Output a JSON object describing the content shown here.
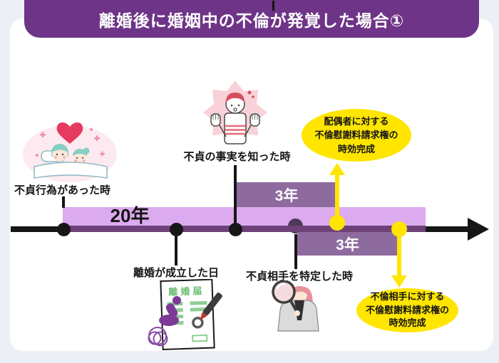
{
  "header": {
    "title": "離婚後に婚姻中の不倫が発覚した場合①",
    "stray_mark": "1"
  },
  "timeline": {
    "period_20y": "20年",
    "period_3y_spouse": "3年",
    "period_3y_partner": "3年",
    "event_adultery": "不貞行為があった時",
    "event_divorce": "離婚が成立した日",
    "event_knew_fact": "不貞の事実を知った時",
    "event_identified_partner": "不貞相手を特定した時"
  },
  "callout_spouse": {
    "line1": "配偶者に対する",
    "line2": "不倫慰謝料請求権の",
    "line3": "時効完成"
  },
  "callout_partner": {
    "line1": "不倫相手に対する",
    "line2": "不倫慰謝料請求権の",
    "line3": "時効完成"
  },
  "paper": {
    "title": "離婚届"
  },
  "illustrations": {
    "top_left": "couple-in-bed-illustration",
    "top_middle": "shocked-woman-illustration",
    "bottom_left": "divorce-paper-stamp-illustration",
    "bottom_middle": "woman-with-magnifier-illustration"
  },
  "colors": {
    "banner_purple": "#6e3487",
    "bar_light_purple": "#dcaaee",
    "bar_medium_purple": "#8d6b9e",
    "timeline_dark_purple": "#6e4179",
    "accent_yellow": "#ffe500",
    "line_black": "#161616",
    "page_background": "#edeff7"
  }
}
